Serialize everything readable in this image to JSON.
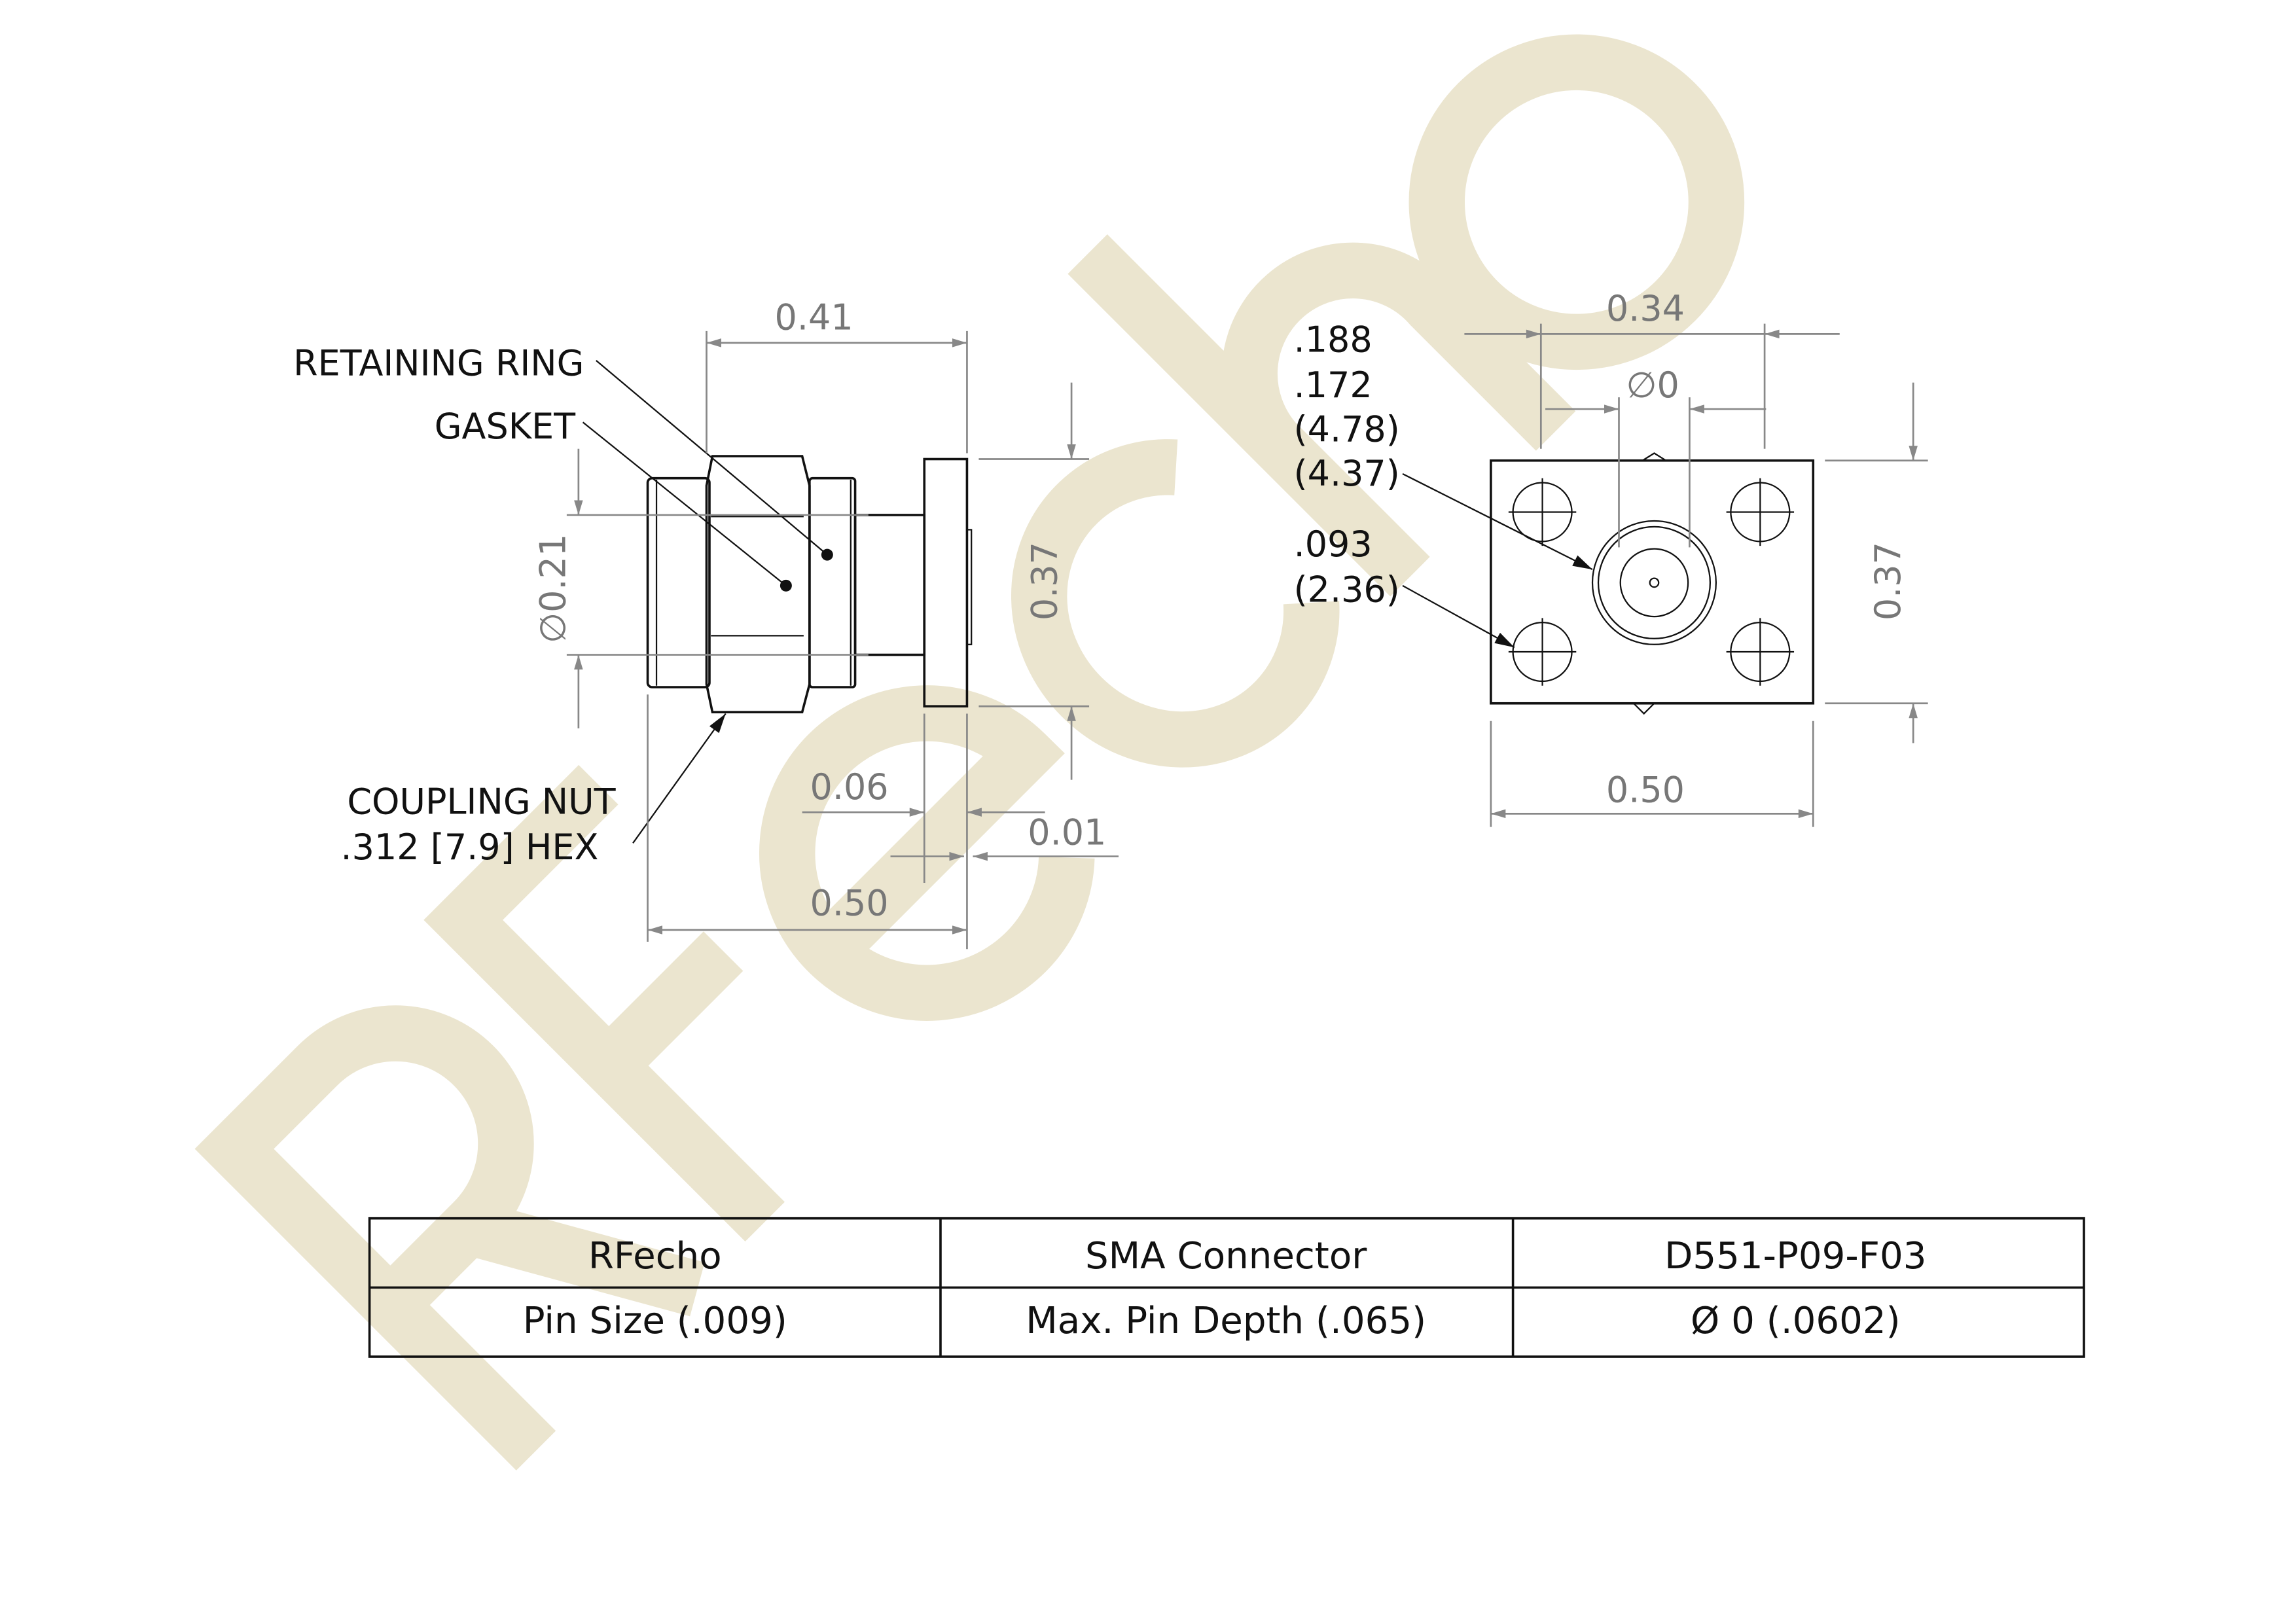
{
  "watermark": "RFecho",
  "side_view": {
    "labels": {
      "retaining_ring": "RETAINING RING",
      "gasket": "GASKET",
      "coupling_nut_line1": "COUPLING NUT",
      "coupling_nut_line2": ".312 [7.9] HEX"
    },
    "dimensions": {
      "length_top": "0.41",
      "diameter": "∅0.21",
      "height": "0.37",
      "flange": "0.06",
      "lip": "0.01",
      "overall_length": "0.50"
    }
  },
  "front_view": {
    "dimensions": {
      "hole_spacing": "0.34",
      "diameter": "∅0",
      "height": "0.37",
      "width": "0.50"
    },
    "callouts": [
      ".188",
      ".172",
      "(4.78)",
      "(4.37)",
      ".093",
      "(2.36)"
    ]
  },
  "title_block": {
    "rows": [
      [
        "RFecho",
        "SMA Connector",
        "D551-P09-F03"
      ],
      [
        "Pin Size (.009)",
        "Max. Pin Depth (.065)",
        "Ø 0 (.0602)"
      ]
    ]
  }
}
